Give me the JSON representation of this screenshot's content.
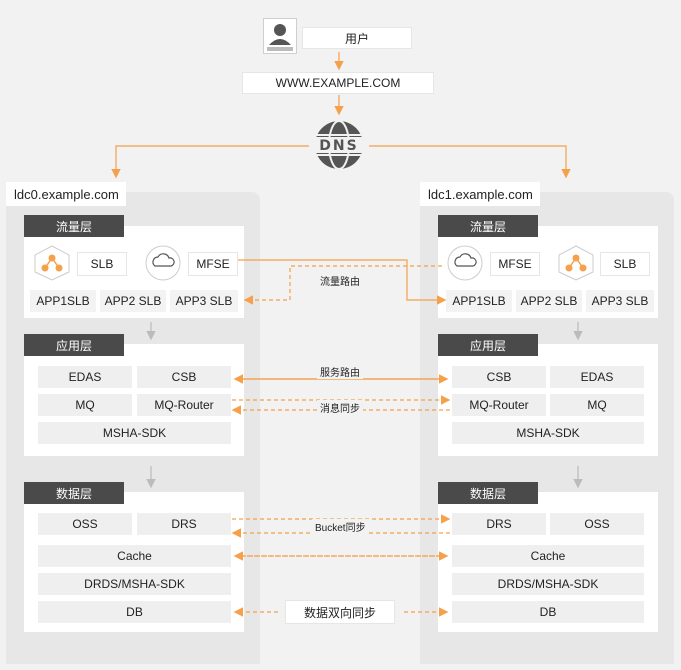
{
  "top": {
    "user_label": "用户",
    "domain_label": "WWW.EXAMPLE.COM",
    "dns_label": "DNS"
  },
  "left_dc": {
    "title": "ldc0.example.com",
    "traffic": {
      "tag": "流量层",
      "slb": "SLB",
      "mfse": "MFSE",
      "apps": [
        "APP1SLB",
        "APP2 SLB",
        "APP3 SLB"
      ]
    },
    "app": {
      "tag": "应用层",
      "cells": [
        "EDAS",
        "CSB",
        "MQ",
        "MQ-Router",
        "MSHA-SDK"
      ]
    },
    "data": {
      "tag": "数据层",
      "cells": [
        "OSS",
        "DRS",
        "Cache",
        "DRDS/MSHA-SDK",
        "DB"
      ]
    }
  },
  "right_dc": {
    "title": "ldc1.example.com",
    "traffic": {
      "tag": "流量层",
      "mfse": "MFSE",
      "slb": "SLB",
      "apps": [
        "APP1SLB",
        "APP2 SLB",
        "APP3 SLB"
      ]
    },
    "app": {
      "tag": "应用层",
      "cells": [
        "CSB",
        "EDAS",
        "MQ-Router",
        "MQ",
        "MSHA-SDK"
      ]
    },
    "data": {
      "tag": "数据层",
      "cells": [
        "DRS",
        "OSS",
        "Cache",
        "DRDS/MSHA-SDK",
        "DB"
      ]
    }
  },
  "flows": {
    "traffic_route": "流量路由",
    "service_route": "服务路由",
    "message_sync": "消息同步",
    "bucket_sync": "Bucket同步",
    "data_sync": "数据双向同步"
  },
  "colors": {
    "accent": "#f5a04a",
    "tag_bg": "#4a4a4a",
    "dc_bg": "#e7e7e7",
    "cell_bg": "#efefef"
  }
}
